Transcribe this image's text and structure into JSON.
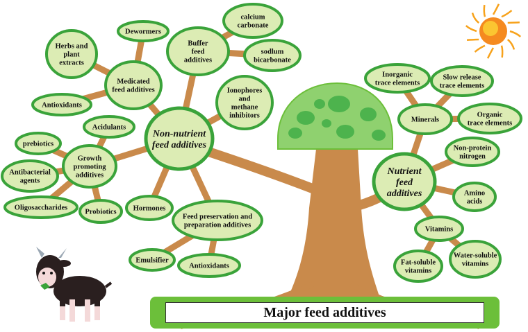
{
  "title": "Major feed additives",
  "colors": {
    "branch": "#c98a4b",
    "node_fill": "#dcecb4",
    "node_border": "#3aa33a",
    "canopy": "#8fd16f",
    "canopy_spot": "#4db34d",
    "title_bar": "#6cbf3a",
    "sun": "#f7a21b"
  },
  "hubs": {
    "non_nutrient": [
      "Non-nutrient",
      "feed additives"
    ],
    "nutrient": [
      "Nutrient",
      "feed",
      "additives"
    ]
  },
  "nodes": {
    "calcium_carbonate": [
      "calcium",
      "carbonate"
    ],
    "dewormers": [
      "Dewormers"
    ],
    "buffer": [
      "Buffer",
      "feed",
      "additives"
    ],
    "sodium_bicarbonate": [
      "sodlum",
      "bicarbonate"
    ],
    "herbs": [
      "Herbs and",
      "plant",
      "extracts"
    ],
    "medicated": [
      "Medicated",
      "feed additives"
    ],
    "antioxidants_top": [
      "Antioxidants"
    ],
    "ionophores": [
      "Ionophores",
      "and",
      "methane",
      "inhibitors"
    ],
    "acidulants": [
      "Acidulants"
    ],
    "prebiotics": [
      "prebiotics"
    ],
    "growth_promoting": [
      "Growth",
      "promoting",
      "additives"
    ],
    "antibacterial": [
      "Antibacterial",
      "agents"
    ],
    "oligosaccharides": [
      "Oligosaccharides"
    ],
    "probiotics": [
      "Probiotics"
    ],
    "hormones": [
      "Hormones"
    ],
    "feed_preservation": [
      "Feed preservation and",
      "preparation additives"
    ],
    "emulsifier": [
      "Emulsifier"
    ],
    "antioxidants_bottom": [
      "Antioxidants"
    ],
    "inorganic_trace": [
      "Inorganic",
      "trace elements"
    ],
    "slow_release": [
      "Slow release",
      "trace elements"
    ],
    "minerals": [
      "Minerals"
    ],
    "organic_trace": [
      "Organic",
      "trace elements"
    ],
    "non_protein_nitrogen": [
      "Non-protein",
      "nitrogen"
    ],
    "amino_acids": [
      "Amino",
      "acids"
    ],
    "vitamins": [
      "Vitamins"
    ],
    "fat_soluble": [
      "Fat-soluble",
      "vitamins"
    ],
    "water_soluble": [
      "Water-soluble",
      "vitamins"
    ]
  }
}
